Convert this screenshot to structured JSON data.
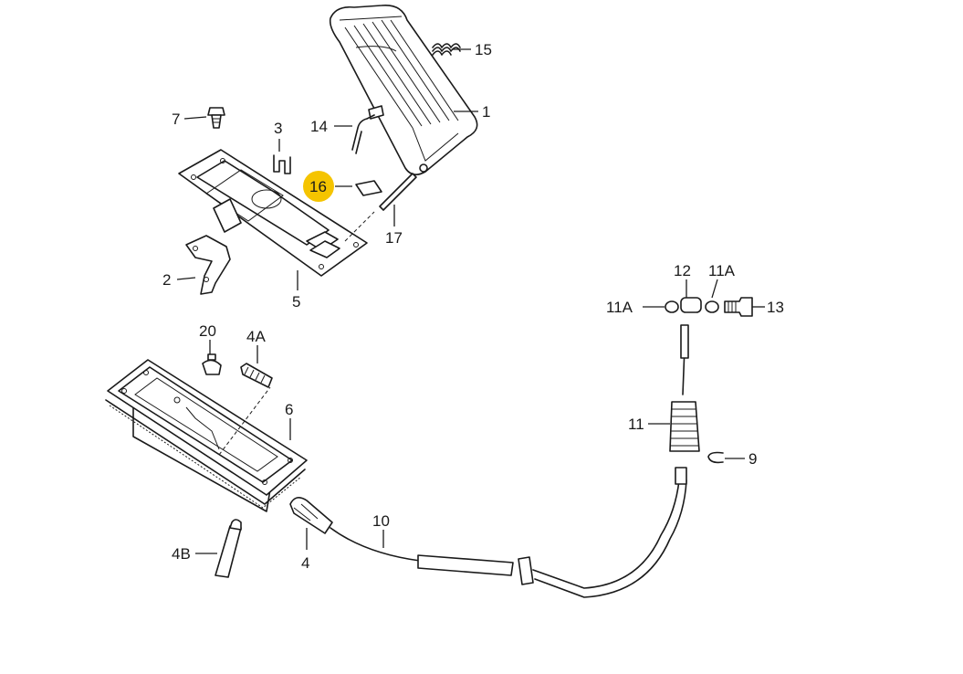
{
  "callouts": {
    "c1": "1",
    "c2": "2",
    "c3": "3",
    "c4": "4",
    "c4a": "4A",
    "c4b": "4B",
    "c5": "5",
    "c6": "6",
    "c7": "7",
    "c9": "9",
    "c10": "10",
    "c11": "11",
    "c11a_left": "11A",
    "c11a_top": "11A",
    "c12": "12",
    "c13": "13",
    "c14": "14",
    "c15": "15",
    "c16": "16",
    "c17": "17",
    "c20": "20"
  },
  "highlight": {
    "part": "16",
    "color": "#f5c400"
  }
}
